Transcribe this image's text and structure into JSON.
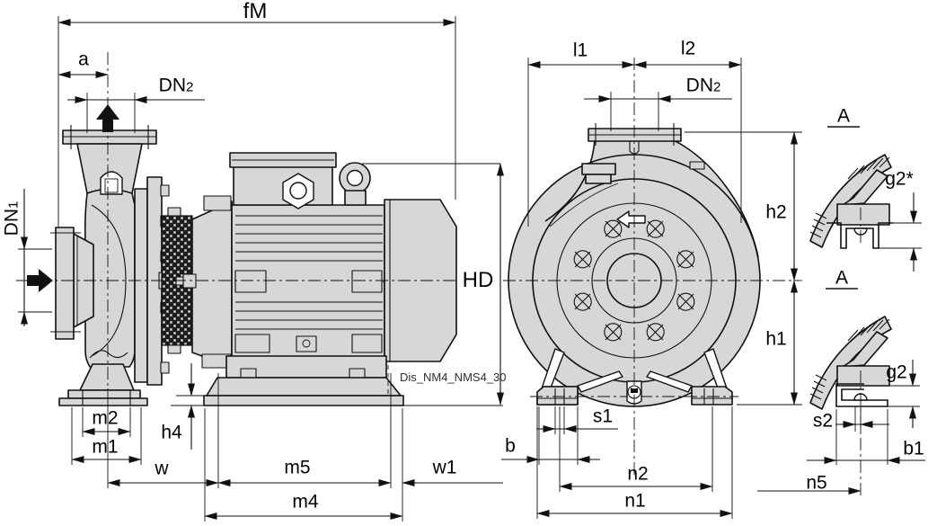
{
  "title": "Pump dimensional drawing NM4/NMS4",
  "colors": {
    "body_fill": "#d7d7d7",
    "line": "#111111",
    "mesh_dark": "#1d1d1d"
  },
  "labels": {
    "fm": {
      "text": "fM"
    },
    "a": {
      "text": "a"
    },
    "dn2_side": {
      "base": "DN",
      "sub": "2"
    },
    "dn1": {
      "base": "DN",
      "sub": "1"
    },
    "hd": {
      "text": "HD"
    },
    "m2": {
      "text": "m2"
    },
    "m1": {
      "text": "m1"
    },
    "h4": {
      "text": "h4"
    },
    "w": {
      "text": "w"
    },
    "m5": {
      "text": "m5"
    },
    "w1": {
      "text": "w1"
    },
    "m4": {
      "text": "m4"
    },
    "l1": {
      "text": "l1"
    },
    "l2": {
      "text": "l2"
    },
    "dn2_front": {
      "base": "DN",
      "sub": "2"
    },
    "h2": {
      "text": "h2"
    },
    "h1": {
      "text": "h1"
    },
    "s1": {
      "text": "s1"
    },
    "b": {
      "text": "b"
    },
    "n2": {
      "text": "n2"
    },
    "n1": {
      "text": "n1"
    },
    "detail_a_top": {
      "text": "A"
    },
    "g2_star": {
      "text": "g2*"
    },
    "detail_a_bottom": {
      "text": "A"
    },
    "g2": {
      "text": "g2"
    },
    "s2": {
      "text": "s2"
    },
    "b1": {
      "text": "b1"
    },
    "n5": {
      "text": "n5"
    },
    "drawing_code": {
      "text": "Dis_NM4_NMS4_30"
    }
  }
}
